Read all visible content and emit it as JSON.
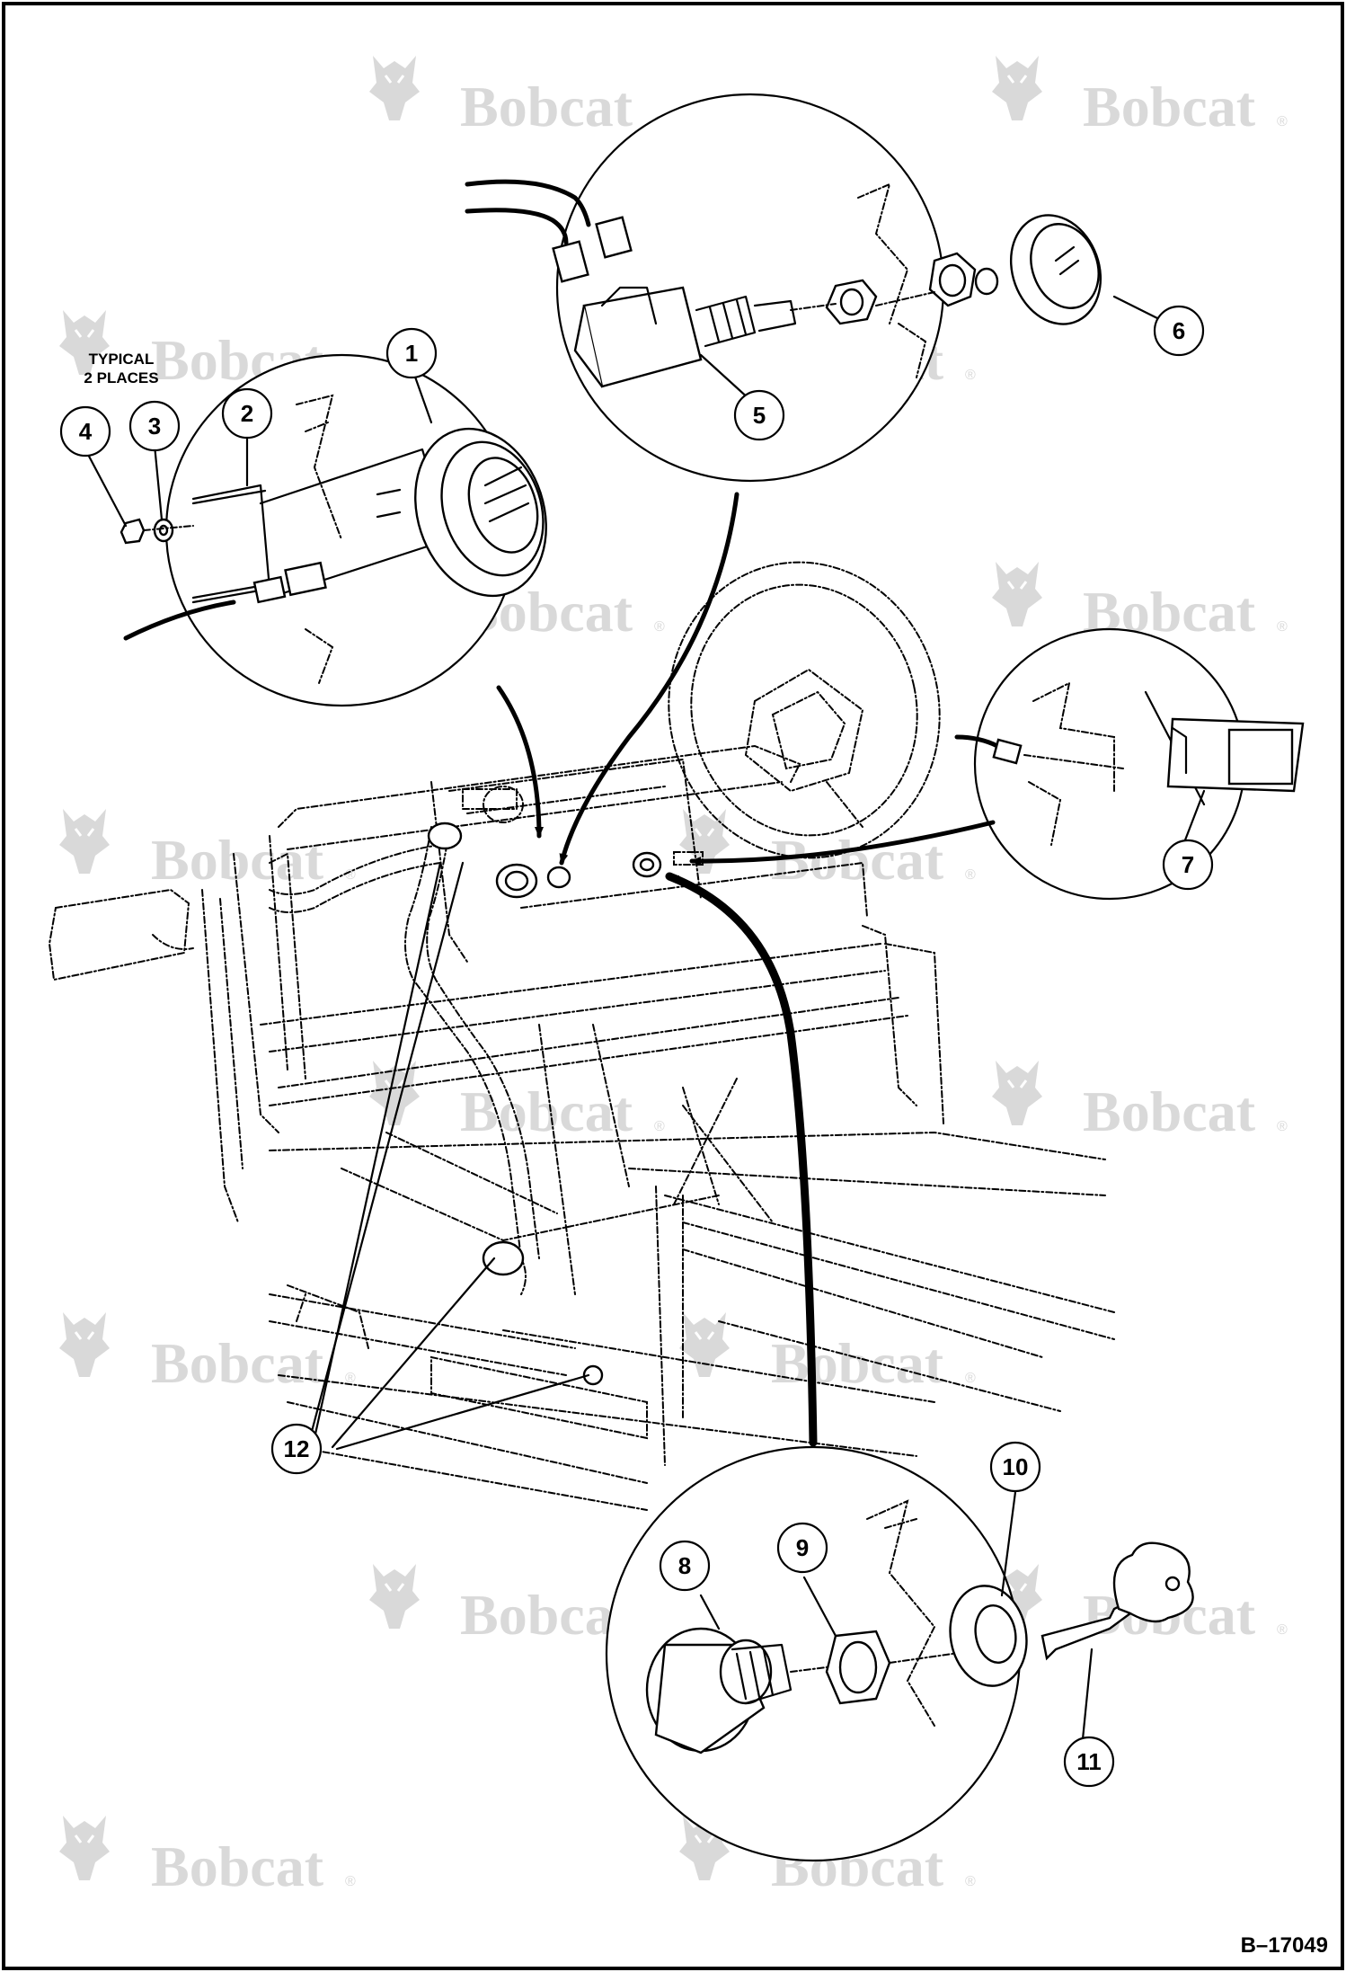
{
  "figure_id": "B–17049",
  "watermark": {
    "text": "Bobcat",
    "mark": "®"
  },
  "note": {
    "line1": "TYPICAL",
    "line2": "2 PLACES"
  },
  "callouts": [
    "1",
    "2",
    "3",
    "4",
    "5",
    "6",
    "7",
    "8",
    "9",
    "10",
    "11",
    "12"
  ],
  "colors": {
    "ink": "#000000",
    "watermark": "#d9d9d9",
    "paper": "#ffffff"
  },
  "icons": [
    "bobcat-logo-icon",
    "arrow-icon"
  ]
}
